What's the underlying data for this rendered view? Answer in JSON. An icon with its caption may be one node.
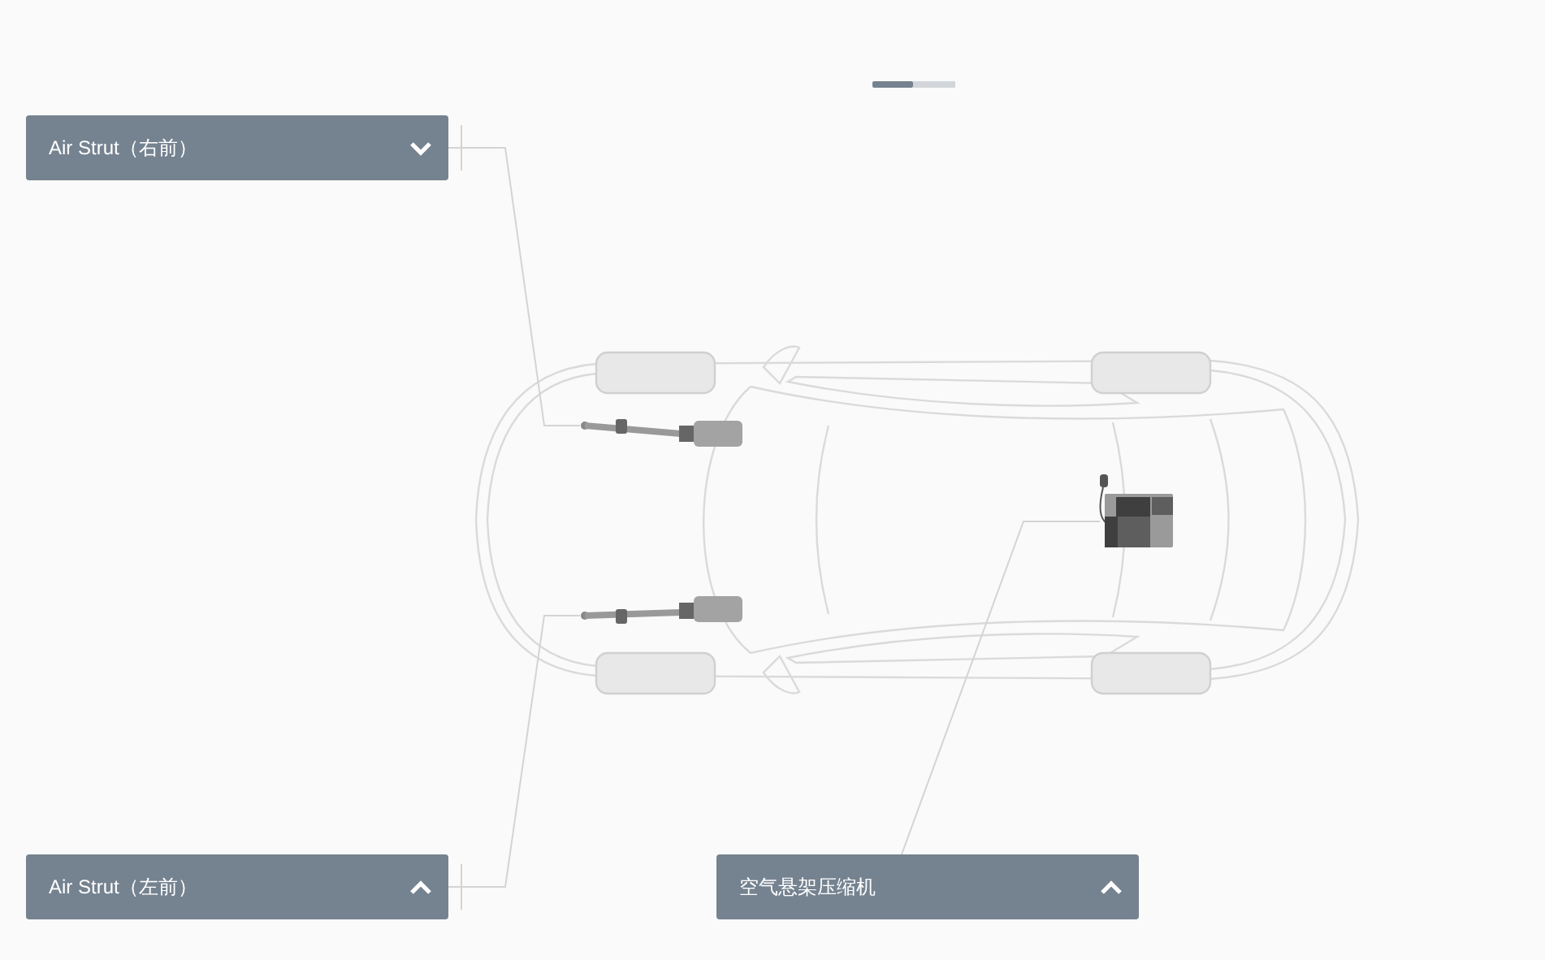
{
  "diagram": {
    "nodes": [
      {
        "text": [
          "Air Strut（右前）"
        ]
      },
      {
        "text": [
          "Air Strut（左前）"
        ]
      },
      {
        "text": [
          "空气悬架压缩机"
        ]
      },
      {
        "text": [],
        "shape": "picture"
      },
      {
        "text": [],
        "shape": "picture"
      },
      {
        "text": [],
        "shape": "picture"
      }
    ],
    "edges": [
      {
        "from": 0,
        "to": 3,
        "arrow": "none"
      },
      {
        "from": 1,
        "to": 4,
        "arrow": "none"
      },
      {
        "from": 2,
        "to": 5,
        "arrow": "none"
      }
    ]
  }
}
